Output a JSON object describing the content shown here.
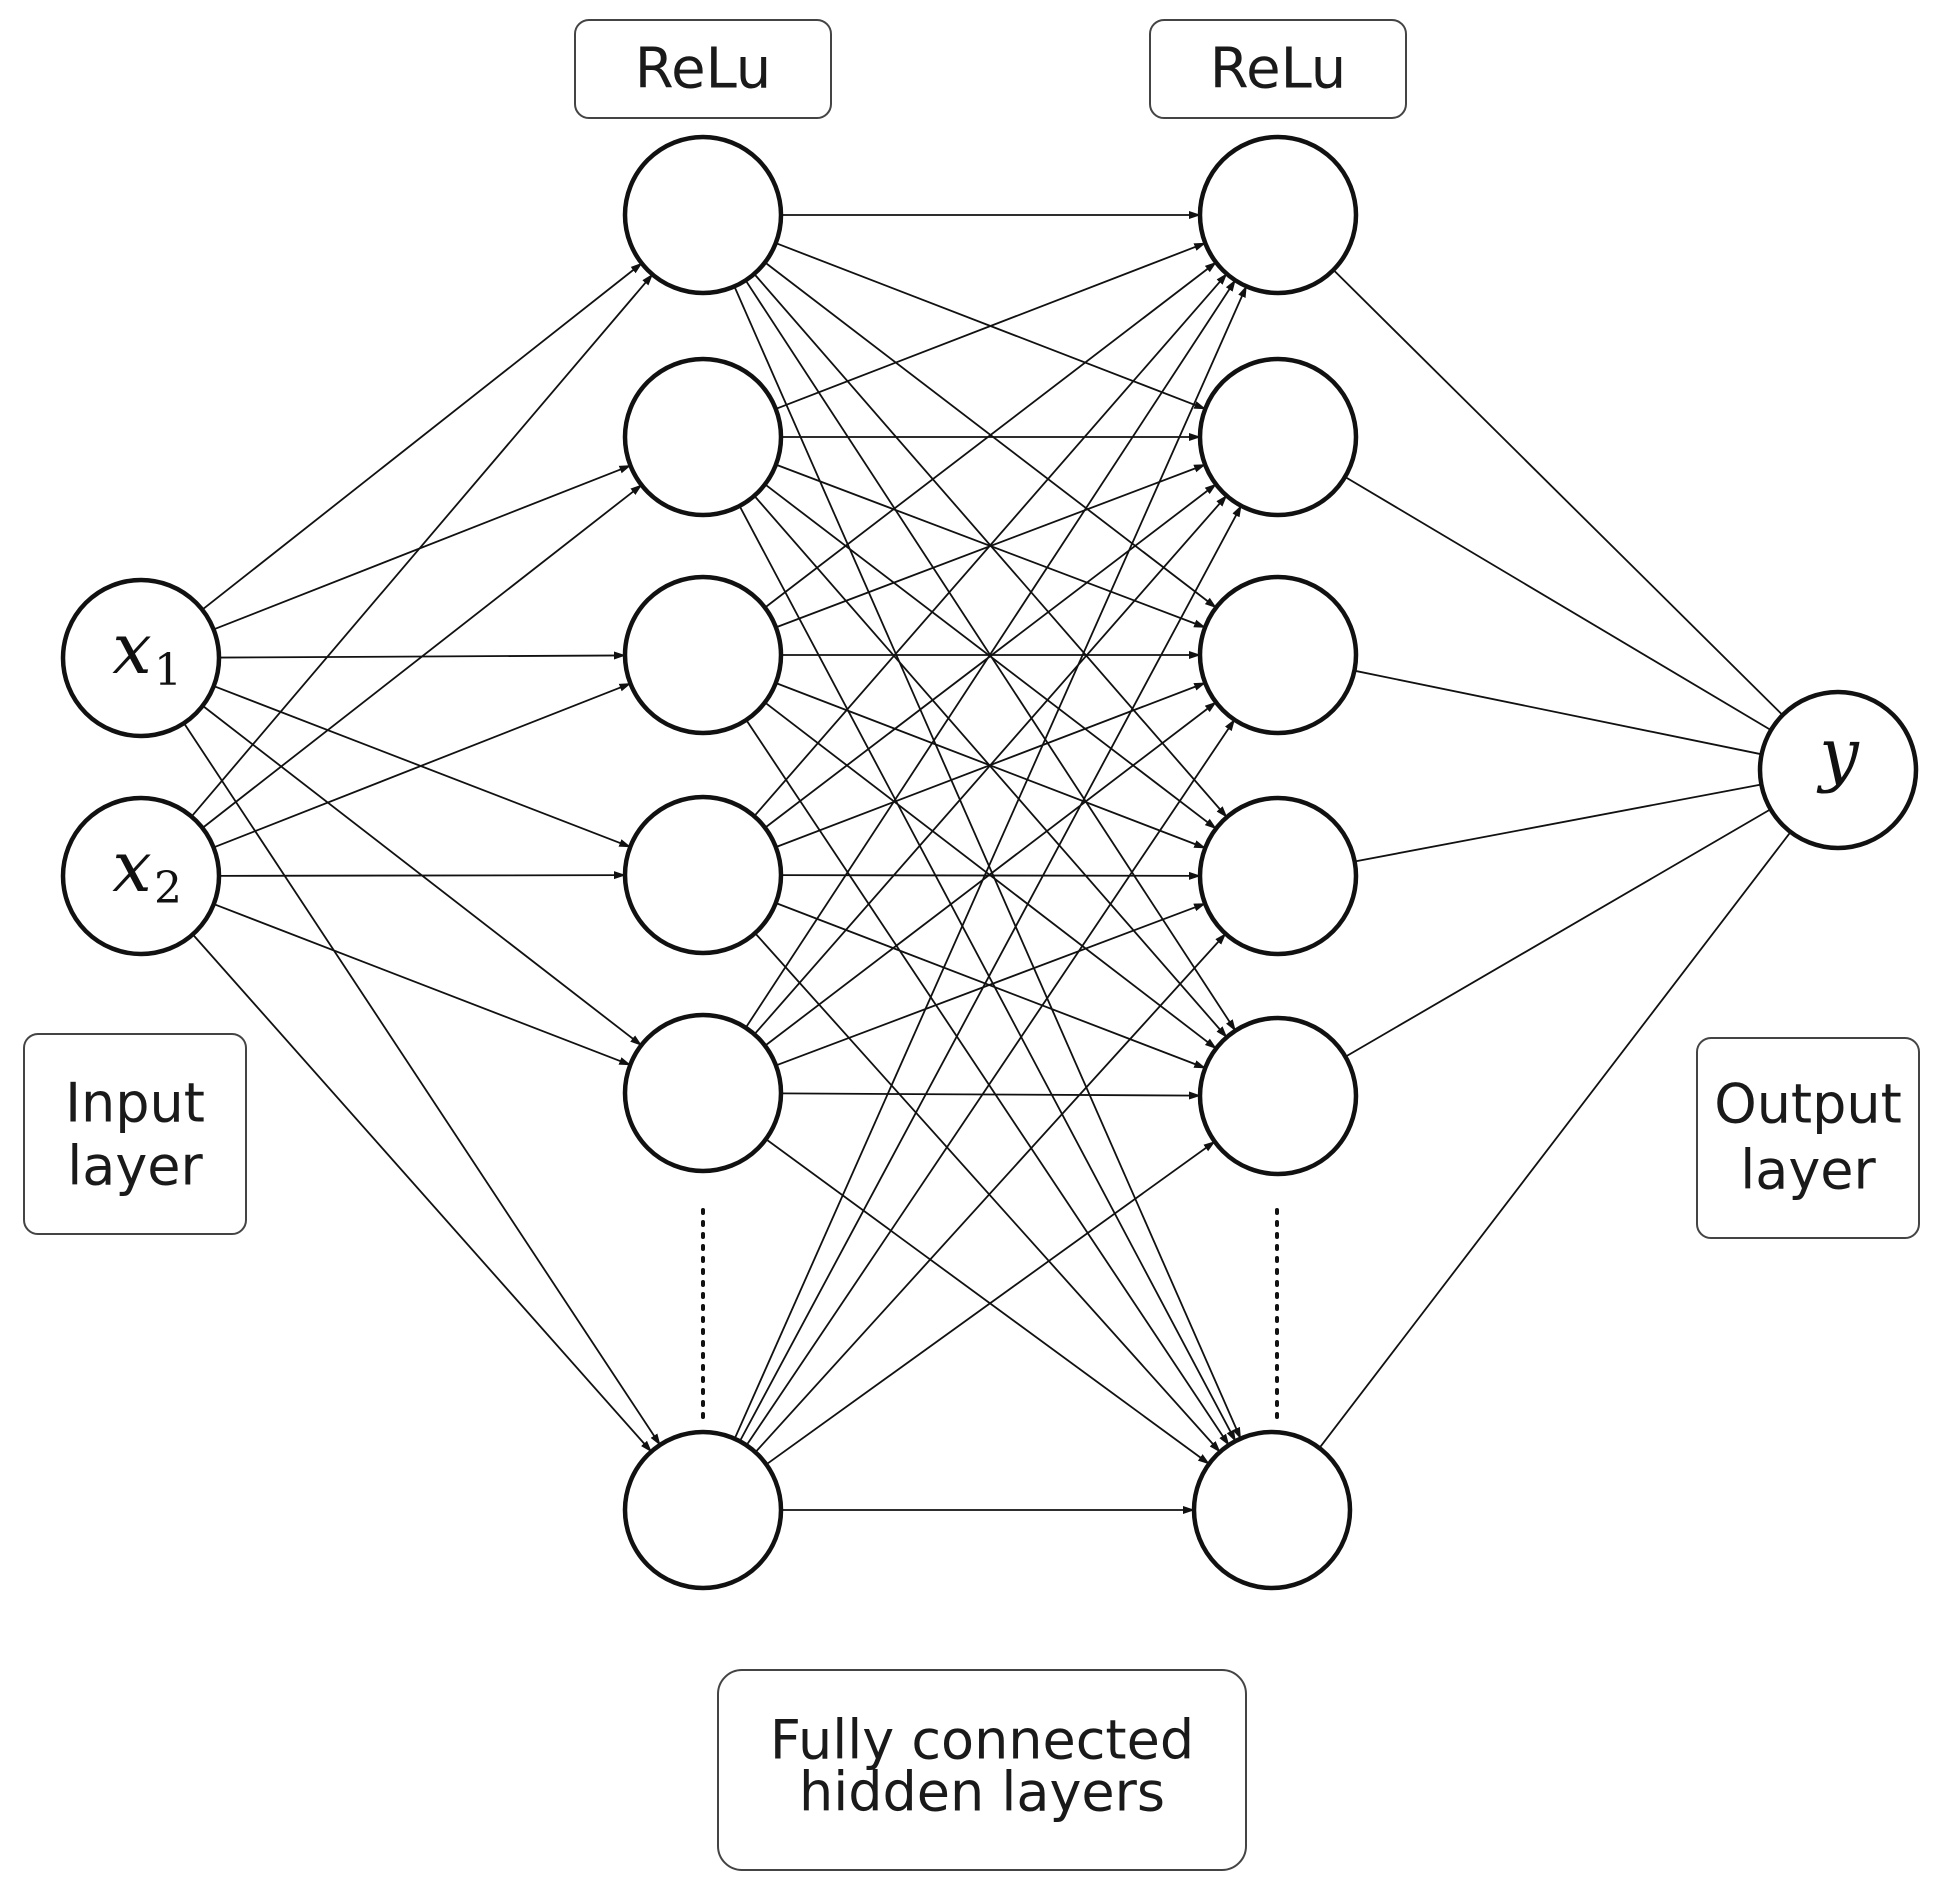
{
  "activation_labels": [
    "ReLu",
    "ReLu"
  ],
  "input_layer": {
    "label_line1": "Input",
    "label_line2": "layer",
    "nodes": [
      {
        "var": "x",
        "sub": "1"
      },
      {
        "var": "x",
        "sub": "2"
      }
    ]
  },
  "hidden_layers": {
    "label_line1": "Fully connected",
    "label_line2": "hidden layers",
    "visible_nodes_per_layer": 6
  },
  "output_layer": {
    "label_line1": "Output",
    "label_line2": "layer",
    "node": {
      "var": "y"
    }
  }
}
